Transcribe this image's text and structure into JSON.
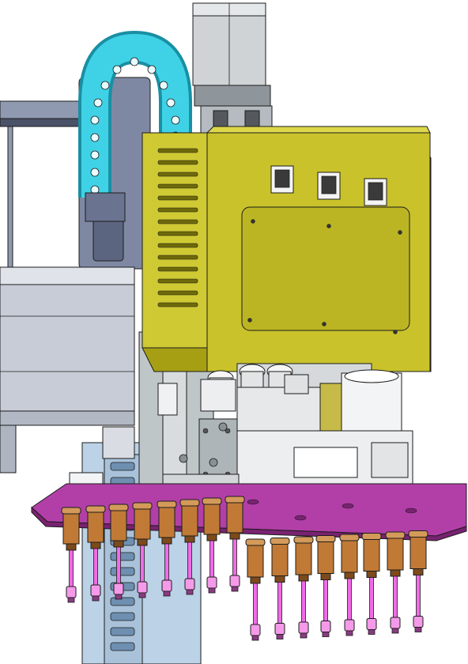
{
  "colors": {
    "background": "#ffffff",
    "motor_body": "#cfd3d6",
    "motor_dark": "#8f969b",
    "cable_chain": "#3fd2e6",
    "cable_chain_dark": "#1a8fa3",
    "gantry_frame": "#8f99b0",
    "gantry_dark": "#4a5268",
    "rail": "#c7ccd6",
    "cover_box": "#c9c22b",
    "cover_box_side": "#a69f14",
    "cover_box_dark": "#6f6a0a",
    "valve_block": "#e7e8ea",
    "plate": "#b23fa8",
    "plate_dark": "#7a2272",
    "nozzle_body": "#c07a36",
    "nozzle_dark": "#7d4a1b",
    "needle": "#f06be6",
    "column": "#bcd2e6",
    "column_dark": "#6e8fb0",
    "outline": "#1c1c1c"
  },
  "components": {
    "motor": "servo-motor",
    "chain": "drag-chain",
    "cover": "controller-cover",
    "plate": "mounting-plate",
    "nozzle_count_back": 8,
    "nozzle_count_front": 8,
    "gauge_count": 3,
    "vent_slot_count": 14
  }
}
